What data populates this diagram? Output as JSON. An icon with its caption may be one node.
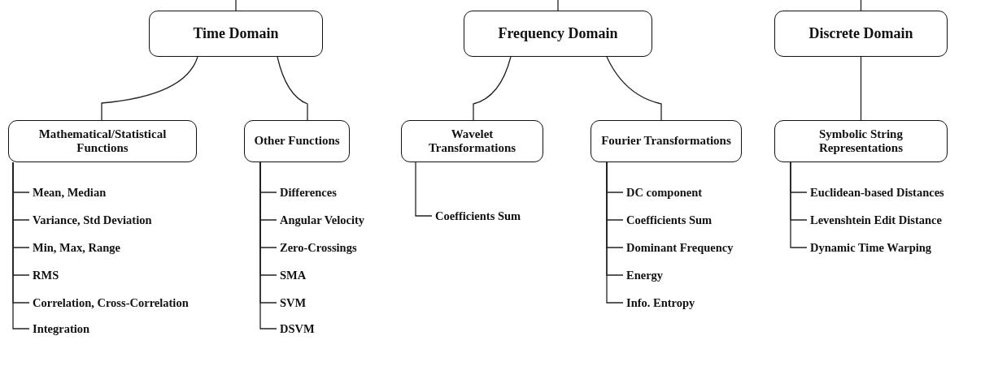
{
  "diagram": {
    "nodes": [
      {
        "text": [
          "Time Domain"
        ]
      },
      {
        "text": [
          "Frequency Domain"
        ]
      },
      {
        "text": [
          "Discrete Domain"
        ]
      },
      {
        "text": [
          "Mathematical/Statistical Functions"
        ]
      },
      {
        "text": [
          "Other Functions"
        ]
      },
      {
        "text": [
          "Wavelet Transformations"
        ]
      },
      {
        "text": [
          "Fourier Transformations"
        ]
      },
      {
        "text": [
          "Symbolic String Representations"
        ]
      },
      {
        "text": [
          "Mean, Median"
        ]
      },
      {
        "text": [
          "Variance, Std Deviation"
        ]
      },
      {
        "text": [
          "Min, Max, Range"
        ]
      },
      {
        "text": [
          "RMS"
        ]
      },
      {
        "text": [
          "Correlation, Cross-Correlation"
        ]
      },
      {
        "text": [
          "Integration"
        ]
      },
      {
        "text": [
          "Differences"
        ]
      },
      {
        "text": [
          "Angular Velocity"
        ]
      },
      {
        "text": [
          "Zero-Crossings"
        ]
      },
      {
        "text": [
          "SMA"
        ]
      },
      {
        "text": [
          "SVM"
        ]
      },
      {
        "text": [
          "DSVM"
        ]
      },
      {
        "text": [
          "Coefficients Sum"
        ]
      },
      {
        "text": [
          "DC component"
        ]
      },
      {
        "text": [
          "Coefficients Sum"
        ]
      },
      {
        "text": [
          "Dominant Frequency"
        ]
      },
      {
        "text": [
          "Energy"
        ]
      },
      {
        "text": [
          "Info. Entropy"
        ]
      },
      {
        "text": [
          "Euclidean-based Distances"
        ]
      },
      {
        "text": [
          "Levenshtein Edit Distance"
        ]
      },
      {
        "text": [
          "Dynamic Time Warping"
        ]
      }
    ],
    "edges": [
      {
        "from": null,
        "to": 0,
        "arrow": "none"
      },
      {
        "from": null,
        "to": 1,
        "arrow": "none"
      },
      {
        "from": null,
        "to": 2,
        "arrow": "none"
      },
      {
        "from": 0,
        "to": 3,
        "arrow": "none"
      },
      {
        "from": 0,
        "to": 4,
        "arrow": "none"
      },
      {
        "from": 1,
        "to": 5,
        "arrow": "none"
      },
      {
        "from": 1,
        "to": 6,
        "arrow": "none"
      },
      {
        "from": 2,
        "to": 7,
        "arrow": "none"
      },
      {
        "from": 3,
        "to": 8,
        "arrow": "none"
      },
      {
        "from": 3,
        "to": 9,
        "arrow": "none"
      },
      {
        "from": 3,
        "to": 10,
        "arrow": "none"
      },
      {
        "from": 3,
        "to": 11,
        "arrow": "none"
      },
      {
        "from": 3,
        "to": 12,
        "arrow": "none"
      },
      {
        "from": 3,
        "to": 13,
        "arrow": "none"
      },
      {
        "from": 4,
        "to": 14,
        "arrow": "none"
      },
      {
        "from": 4,
        "to": 15,
        "arrow": "none"
      },
      {
        "from": 4,
        "to": 16,
        "arrow": "none"
      },
      {
        "from": 4,
        "to": 17,
        "arrow": "none"
      },
      {
        "from": 4,
        "to": 18,
        "arrow": "none"
      },
      {
        "from": 4,
        "to": 19,
        "arrow": "none"
      },
      {
        "from": 5,
        "to": 20,
        "arrow": "none"
      },
      {
        "from": 6,
        "to": 21,
        "arrow": "none"
      },
      {
        "from": 6,
        "to": 22,
        "arrow": "none"
      },
      {
        "from": 6,
        "to": 23,
        "arrow": "none"
      },
      {
        "from": 6,
        "to": 24,
        "arrow": "none"
      },
      {
        "from": 6,
        "to": 25,
        "arrow": "none"
      },
      {
        "from": 7,
        "to": 26,
        "arrow": "none"
      },
      {
        "from": 7,
        "to": 27,
        "arrow": "none"
      },
      {
        "from": 7,
        "to": 28,
        "arrow": "none"
      }
    ]
  }
}
